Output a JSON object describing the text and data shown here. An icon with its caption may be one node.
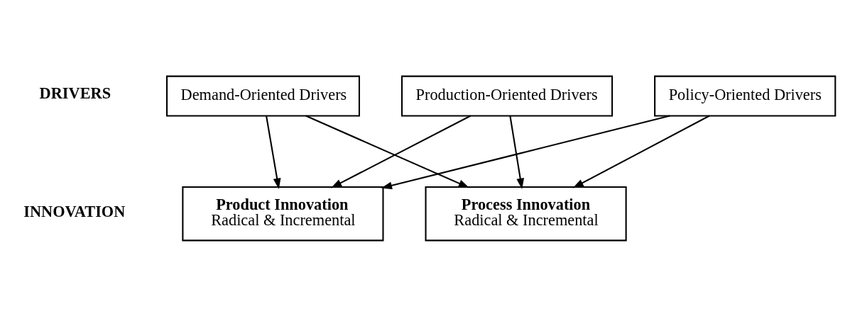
{
  "diagram": {
    "nodes": [
      {
        "text": [
          "Demand-Oriented Drivers"
        ]
      },
      {
        "text": [
          "Production-Oriented Drivers"
        ]
      },
      {
        "text": [
          "Policy-Oriented Drivers"
        ]
      },
      {
        "text": [
          "Product Innovation",
          "Radical & Incremental"
        ]
      },
      {
        "text": [
          "Process Innovation",
          "Radical & Incremental"
        ]
      }
    ],
    "edges": [
      {
        "from": 0,
        "to": 3,
        "arrow": "to"
      },
      {
        "from": 0,
        "to": 4,
        "arrow": "to"
      },
      {
        "from": 1,
        "to": 3,
        "arrow": "to"
      },
      {
        "from": 1,
        "to": 4,
        "arrow": "to"
      },
      {
        "from": 2,
        "to": 3,
        "arrow": "to"
      },
      {
        "from": 2,
        "to": 4,
        "arrow": "to"
      }
    ],
    "labels": [
      "DRIVERS",
      "INNOVATION"
    ]
  }
}
